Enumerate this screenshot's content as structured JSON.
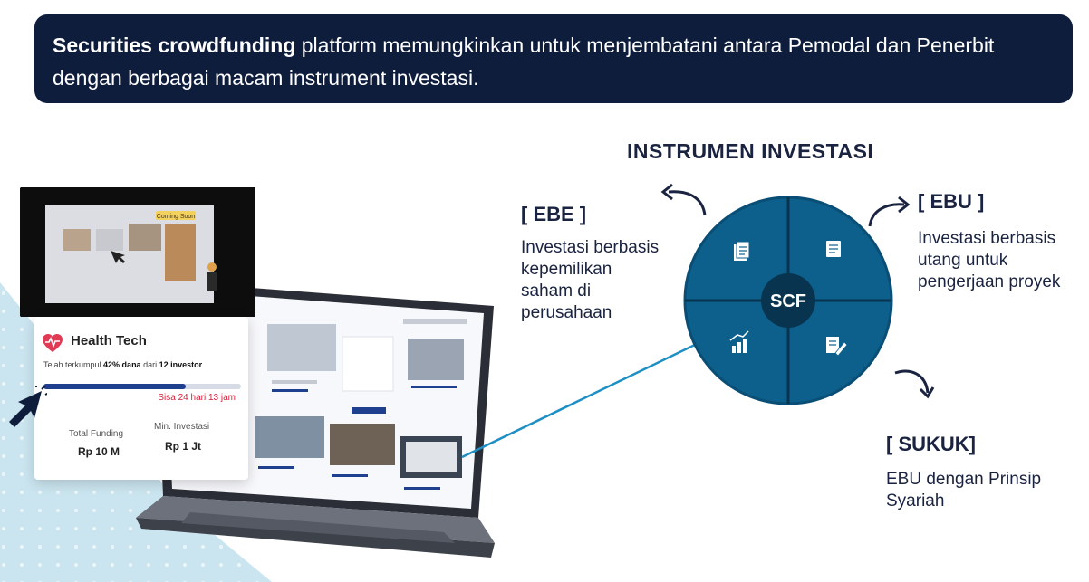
{
  "banner": {
    "bold": "Securities crowdfunding",
    "rest": " platform memungkinkan untuk menjembatani antara Pemodal dan Penerbit dengan berbagai macam instrument investasi."
  },
  "title": "INSTRUMEN INVESTASI",
  "center_label": "SCF",
  "instruments": [
    {
      "tag": "[ EBE ]",
      "lines": [
        "Investasi berbasis",
        "kepemilikan",
        "saham di",
        "perusahaan"
      ]
    },
    {
      "tag": "[ EBU ]",
      "lines": [
        "Investasi berbasis",
        "utang untuk",
        "pengerjaan proyek"
      ]
    },
    {
      "tag": "[ SUKUK]",
      "lines": [
        "EBU dengan Prinsip",
        "Syariah"
      ]
    }
  ],
  "card": {
    "badge": "Coming Soon",
    "category": "Health Tech",
    "collected_prefix": "Telah terkumpul ",
    "collected_pct": "42% dana",
    "collected_mid": " dari ",
    "investors": "12 investor",
    "progress": 0.72,
    "remaining": "Sisa 24 hari 13 jam",
    "total_label": "Total Funding",
    "total_value": "Rp 10 M",
    "min_label": "Min. Investasi",
    "min_value": "Rp 1 Jt"
  },
  "colors": {
    "navy": "#0f1d3d",
    "wheel": "#0d5f8c",
    "wheel_dark": "#08344f",
    "accent_bar": "#1f3f8f",
    "remaining_red": "#d8203a",
    "light_blue_bg": "#cbe5f0"
  },
  "icons": [
    "document-icon",
    "receipt-icon",
    "chart-bar-icon",
    "edit-note-icon",
    "heart-pulse-icon",
    "cursor-arrow-icon",
    "curved-arrow-icon"
  ]
}
